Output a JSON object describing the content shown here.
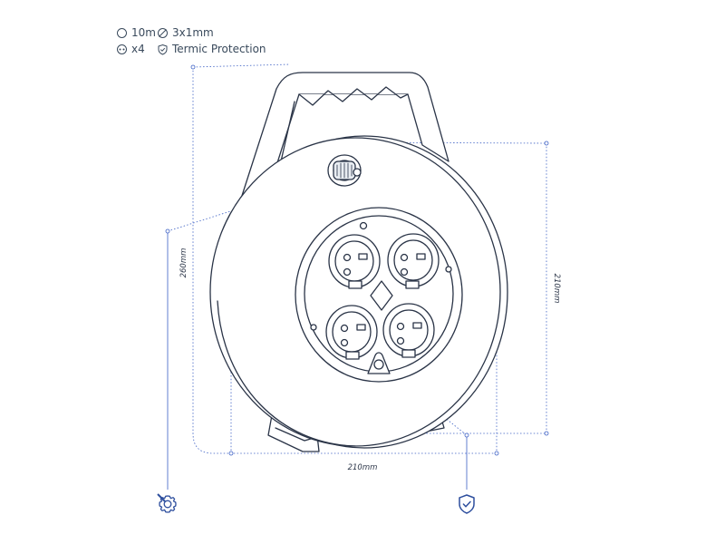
{
  "specs": {
    "length": "10m",
    "cable": "3x1mm",
    "outlets": "x4",
    "protection": "Termic Protection"
  },
  "dimensions": {
    "height": "260mm",
    "depth": "210mm",
    "width": "210mm"
  },
  "icons": {
    "bottom_left": "gear-wrench-icon",
    "bottom_right": "shield-check-icon"
  },
  "colors": {
    "outline": "#2a3447",
    "dimension_line": "#3b5fc4",
    "icon": "#2e4f9e",
    "text": "#3a4a5c"
  }
}
